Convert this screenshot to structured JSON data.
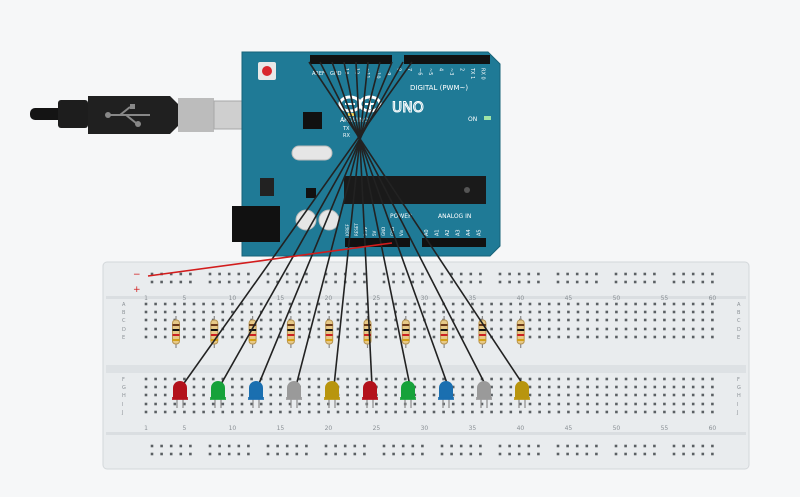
{
  "board": {
    "brand": "ARDUINO",
    "model": "UNO",
    "digital_label": "DIGITAL (PWM~)",
    "power_label": "POWER",
    "analog_label": "ANALOG IN",
    "on_label": "ON",
    "tx_label": "TX",
    "rx_label": "RX",
    "l_label": "L",
    "aref_label": "AREF",
    "gnd_label": "GND",
    "digital_pins": [
      "13",
      "12",
      "~11",
      "~10",
      "~9",
      "8",
      "7",
      "~6",
      "~5",
      "4",
      "~3",
      "2",
      "TX 1",
      "RX 0"
    ],
    "power_pins": [
      "IOREF",
      "RESET",
      "3.3V",
      "5V",
      "GND",
      "GND",
      "Vin"
    ],
    "analog_pins": [
      "A0",
      "A1",
      "A2",
      "A3",
      "A4",
      "A5"
    ],
    "accent_color": "#1f7a96"
  },
  "breadboard": {
    "rail_minus": "−",
    "rail_plus": "+",
    "column_numbers": [
      "1",
      "5",
      "10",
      "15",
      "20",
      "25",
      "30",
      "35",
      "40",
      "45",
      "50",
      "55",
      "60"
    ],
    "row_letters_top": [
      "A",
      "B",
      "C",
      "D",
      "E"
    ],
    "row_letters_bottom": [
      "F",
      "G",
      "H",
      "I",
      "J"
    ]
  },
  "leds": [
    {
      "color": "red",
      "hex": "#b3111b"
    },
    {
      "color": "green",
      "hex": "#16a23a"
    },
    {
      "color": "blue",
      "hex": "#1a6fb0"
    },
    {
      "color": "white",
      "hex": "#9a9a9a"
    },
    {
      "color": "yellow",
      "hex": "#b8950e"
    },
    {
      "color": "red",
      "hex": "#b3111b"
    },
    {
      "color": "green",
      "hex": "#16a23a"
    },
    {
      "color": "blue",
      "hex": "#1a6fb0"
    },
    {
      "color": "white",
      "hex": "#9a9a9a"
    },
    {
      "color": "yellow",
      "hex": "#b8950e"
    }
  ],
  "colors": {
    "wire": "#222222",
    "gnd_wire": "#d21c1c",
    "resistor_body": "#e7c987"
  },
  "usb_cable": "usb-b-cable"
}
